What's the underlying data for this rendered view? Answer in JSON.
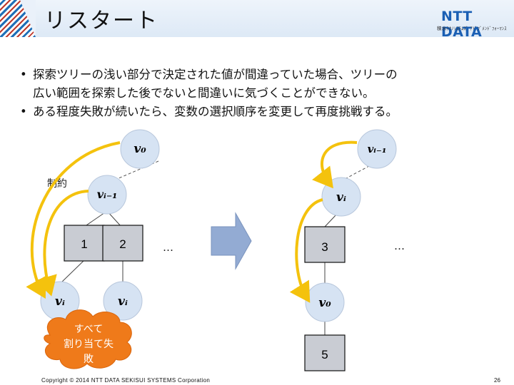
{
  "header": {
    "title": "リスタート",
    "logo": "NTT DATA",
    "logo_sub": "積水ﾃｸﾉｼｽﾃﾑｽﾞ ｱﾄﾞﾌﾞﾒﾝﾄﾞﾌｫｰﾏﾝｽ"
  },
  "bullets": {
    "mark": "•",
    "b1_line1": "探索ツリーの浅い部分で決定された値が間違っていた場合、ツリーの",
    "b1_line2": "広い範囲を探索した後でないと間違いに気づくことができない。",
    "b2": "ある程度失敗が続いたら、変数の選択順序を変更して再度挑戦する。"
  },
  "left_tree": {
    "root": "v₀",
    "constraint_label": "制約",
    "parent": "vᵢ₋₁",
    "box1": "1",
    "box2": "2",
    "ellipsis": "…",
    "child1": "vᵢ",
    "child2": "vᵢ",
    "cloud_text": "すべて割り当て失敗"
  },
  "right_tree": {
    "root": "vᵢ₋₁",
    "parent": "vᵢ",
    "box1": "3",
    "ellipsis": "…",
    "child": "v₀",
    "box2": "5"
  },
  "colors": {
    "node_fill": "#d6e3f3",
    "box_fill": "#c9ccd3",
    "arrow_fill": "#93abd3",
    "curve": "#f4c20d",
    "cloud": "#ef7a1a"
  },
  "footer": {
    "copyright": "Copyright © 2014 NTT DATA SEKISUI SYSTEMS Corporation",
    "page": "26"
  }
}
